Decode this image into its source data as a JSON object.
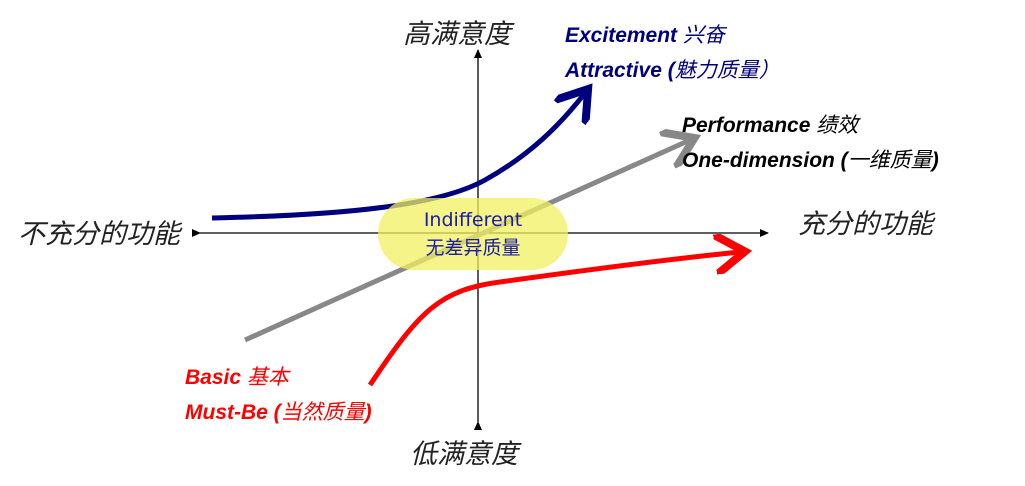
{
  "axes": {
    "top": "高满意度",
    "bottom": "低满意度",
    "left": "不充分的功能",
    "right": "充分的功能"
  },
  "categories": {
    "excitement": {
      "line1_en": "Excitement",
      "line1_zh": "兴奋",
      "line2_en": "Attractive (",
      "line2_zh": "魅力质量）",
      "color": "#00007f"
    },
    "performance": {
      "line1_en": "Performance",
      "line1_zh": "绩效",
      "line2_en": "One-dimension (",
      "line2_zh": "一维质量",
      "line2_end": ")",
      "color": "#000000"
    },
    "basic": {
      "line1_en": "Basic",
      "line1_zh": "基本",
      "line2_en": "Must-Be (",
      "line2_zh": "当然质量",
      "line2_end": ")",
      "color": "#ff0000"
    },
    "indifferent": {
      "en": "Indifferent",
      "zh": "无差异质量",
      "color": "#f0f060"
    }
  }
}
